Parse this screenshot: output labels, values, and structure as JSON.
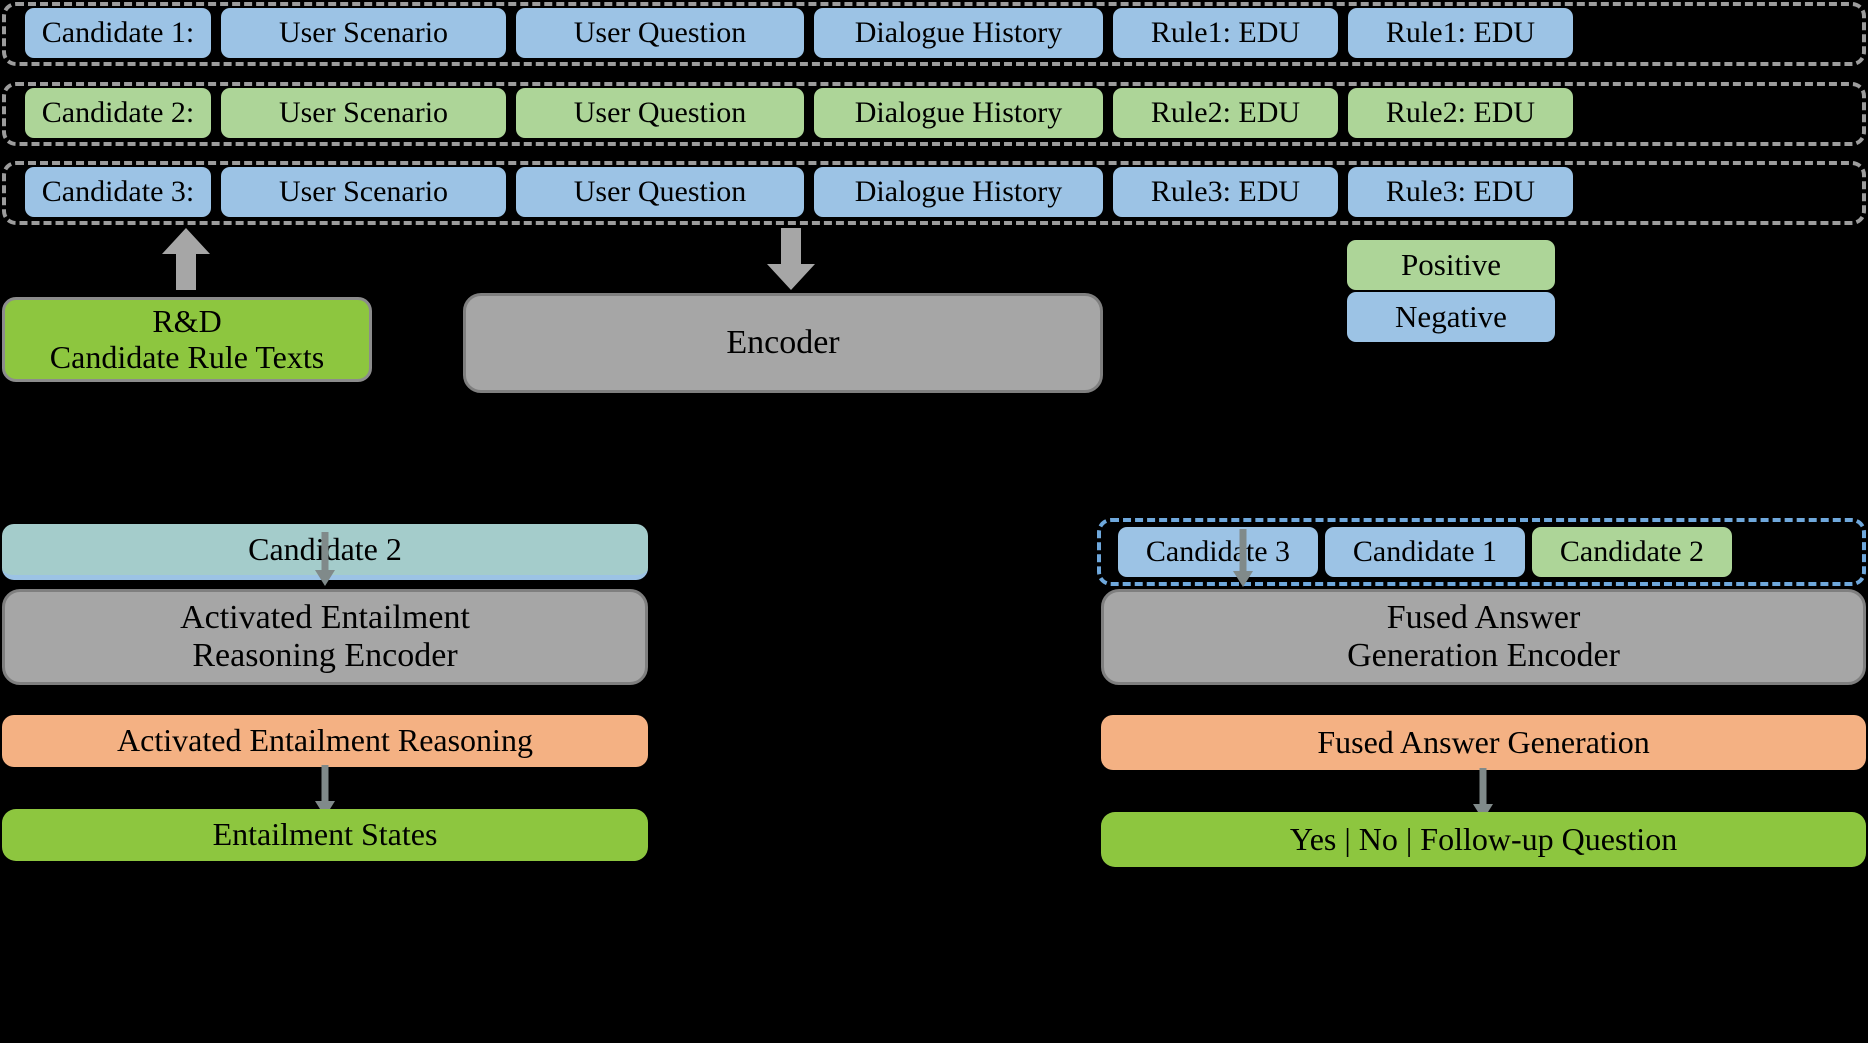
{
  "diagram": {
    "candidate_rows": [
      {
        "id": "row-1",
        "polarity": "negative",
        "color": "#9CC3E5",
        "cells": [
          "Candidate 1:",
          "User Scenario",
          "User Question",
          "Dialogue History",
          "Rule1: EDU",
          "Rule1: EDU"
        ]
      },
      {
        "id": "row-2",
        "polarity": "positive",
        "color": "#ADD598",
        "cells": [
          "Candidate 2:",
          "User Scenario",
          "User Question",
          "Dialogue History",
          "Rule2: EDU",
          "Rule2: EDU"
        ]
      },
      {
        "id": "row-3",
        "polarity": "negative",
        "color": "#9CC3E5",
        "cells": [
          "Candidate 3:",
          "User Scenario",
          "User Question",
          "Dialogue History",
          "Rule3: EDU",
          "Rule3: EDU"
        ]
      }
    ],
    "legend": {
      "positive": {
        "label": "Positive",
        "color": "#ADD598"
      },
      "negative": {
        "label": "Negative",
        "color": "#9CC3E5"
      }
    },
    "rnd_box": {
      "line1": "R&D",
      "line2": "Candidate Rule Texts",
      "color": "#8DC63F"
    },
    "encoder_top": {
      "label": "Encoder",
      "color": "#A6A6A6"
    },
    "left_branch": {
      "selected_candidate": "Candidate 2",
      "selected_color": "#A4CCCB",
      "encoder_line1": "Activated Entailment",
      "encoder_line2": "Reasoning Encoder",
      "task_label": "Activated Entailment Reasoning",
      "output_label": "Entailment States"
    },
    "right_branch": {
      "candidates": [
        {
          "label": "Candidate 3",
          "color": "#9CC3E5"
        },
        {
          "label": "Candidate 1",
          "color": "#9CC3E5"
        },
        {
          "label": "Candidate 2",
          "color": "#ADD598"
        }
      ],
      "encoder_line1": "Fused Answer",
      "encoder_line2": "Generation  Encoder",
      "task_label": "Fused Answer Generation",
      "output_label": "Yes | No | Follow-up Question"
    },
    "arrows": {
      "arrow_up_to_row3": "arrow-up-icon",
      "arrow_down_to_encoder": "arrow-down-icon",
      "arrow_left_branch_into_encoder": "arrow-down-icon",
      "arrow_left_branch_to_output": "arrow-down-icon",
      "arrow_right_branch_into_encoder": "arrow-down-icon",
      "arrow_right_branch_to_output": "arrow-down-icon"
    }
  }
}
